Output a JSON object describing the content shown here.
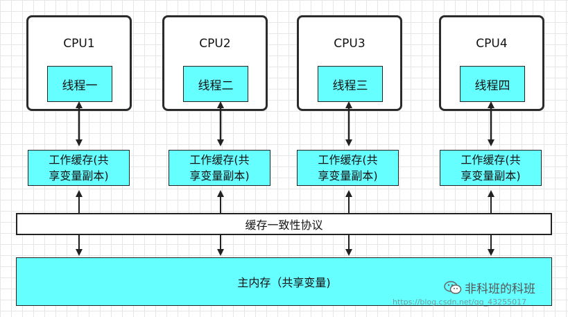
{
  "cpus": [
    {
      "label": "CPU1",
      "thread": "线程一"
    },
    {
      "label": "CPU2",
      "thread": "线程二"
    },
    {
      "label": "CPU3",
      "thread": "线程三"
    },
    {
      "label": "CPU4",
      "thread": "线程四"
    }
  ],
  "cache_label_line1": "工作缓存(共",
  "cache_label_line2": "享变量副本)",
  "protocol_label": "缓存一致性协议",
  "memory_label": "主内存（共享变量)",
  "watermark": {
    "text": "非科班的科班",
    "url": "https://blog.csdn.net/qq_43255017",
    "icon": "wechat-icon"
  },
  "colors": {
    "box_fill": "#66ffff",
    "border": "#222222",
    "grid": "#e6e6e6"
  }
}
